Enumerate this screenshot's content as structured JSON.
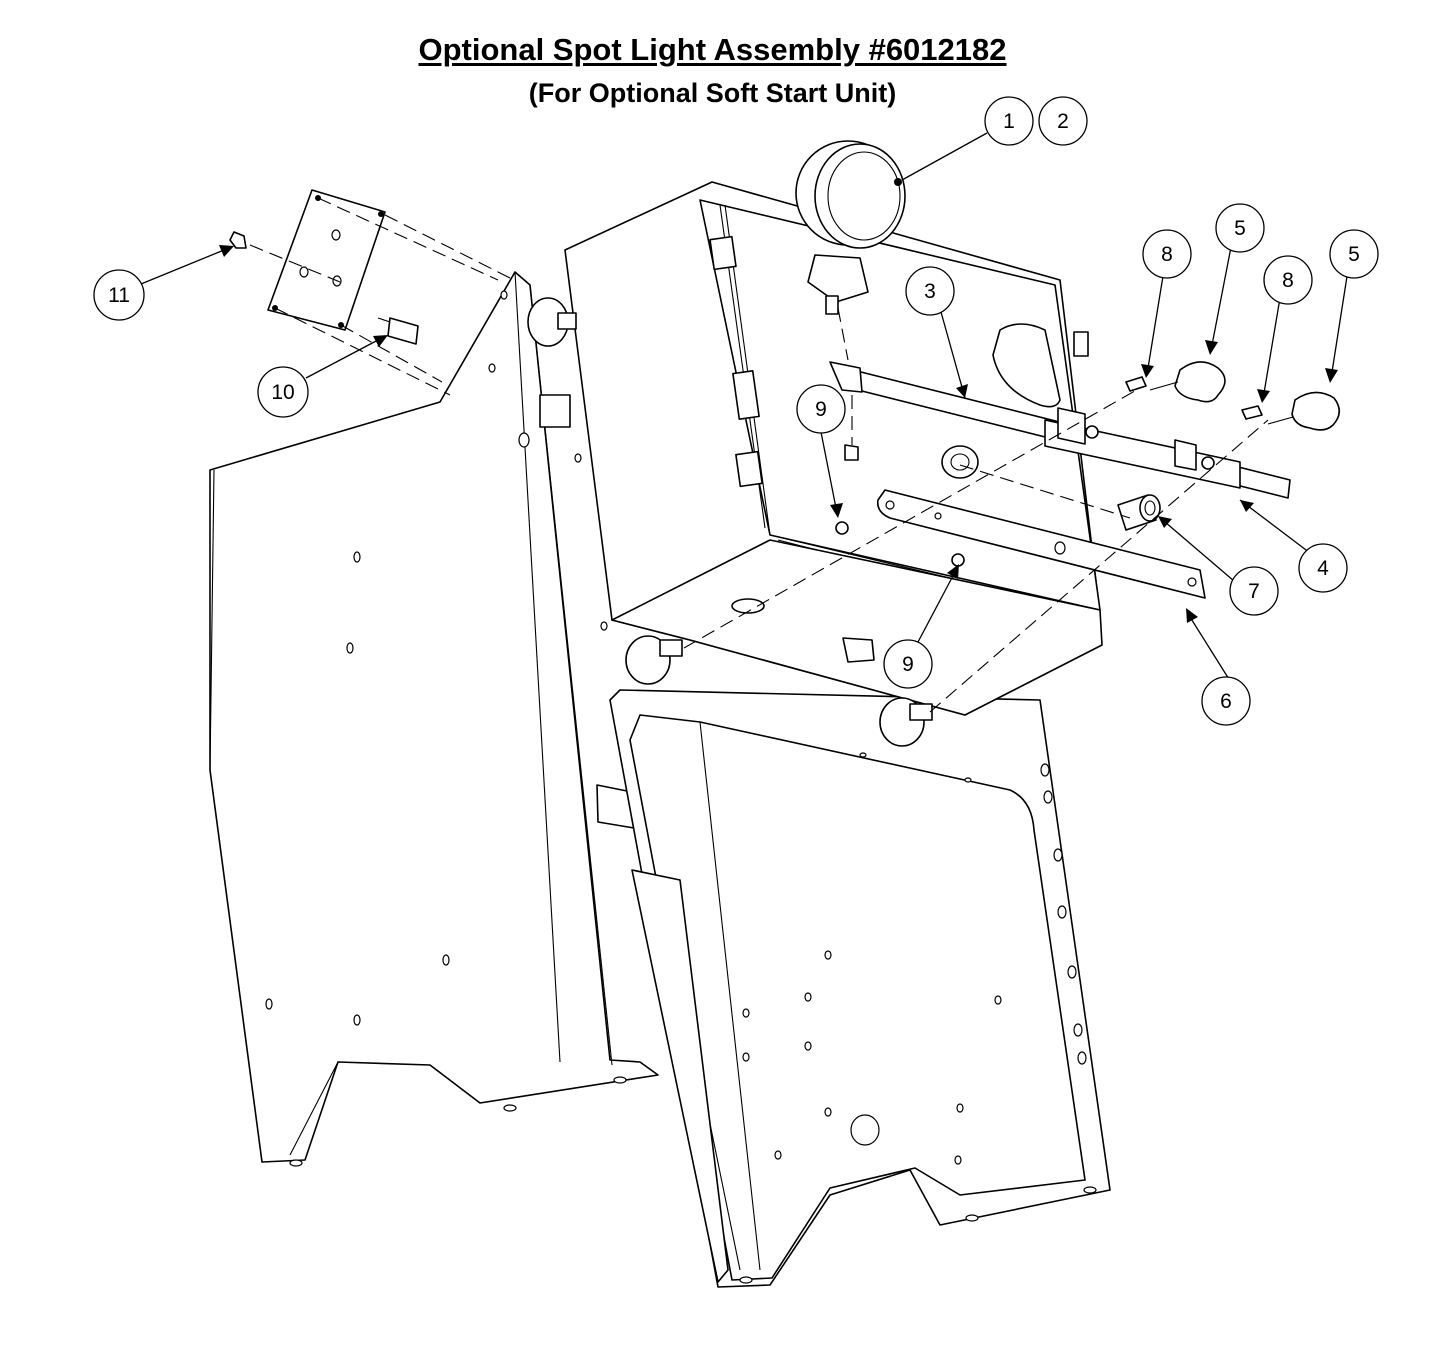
{
  "title": "Optional Spot Light Assembly #6012182",
  "subtitle": "(For Optional Soft Start Unit)",
  "callouts": {
    "c1": "1",
    "c2": "2",
    "c3": "3",
    "c4": "4",
    "c5a": "5",
    "c5b": "5",
    "c6": "6",
    "c7": "7",
    "c8a": "8",
    "c8b": "8",
    "c9a": "9",
    "c9b": "9",
    "c10": "10",
    "c11": "11"
  }
}
